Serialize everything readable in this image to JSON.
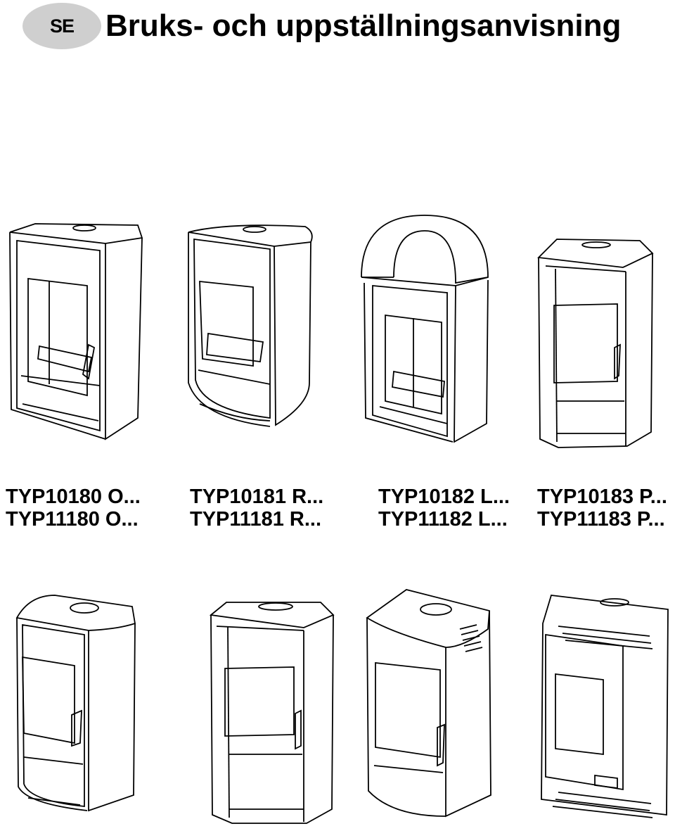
{
  "header": {
    "language_badge": "SE",
    "title": "Bruks- och uppställningsanvisning"
  },
  "products": [
    {
      "illustration": "stove-flat-top",
      "lines": [
        "TYP10180 O...",
        "TYP11180 O..."
      ]
    },
    {
      "illustration": "stove-rounded",
      "lines": [
        "TYP10181 R...",
        "TYP11181 R..."
      ]
    },
    {
      "illustration": "stove-arched",
      "lines": [
        "TYP10182 L...",
        "TYP11182 L..."
      ]
    },
    {
      "illustration": "stove-hexagonal",
      "lines": [
        "TYP10183 P...",
        "TYP11183 P..."
      ]
    },
    {
      "illustration": "stove-rounded-corner",
      "lines": []
    },
    {
      "illustration": "stove-hexagonal-tall",
      "lines": []
    },
    {
      "illustration": "stove-curved-top-vented",
      "lines": []
    },
    {
      "illustration": "stove-slanted-slotted",
      "lines": []
    }
  ]
}
